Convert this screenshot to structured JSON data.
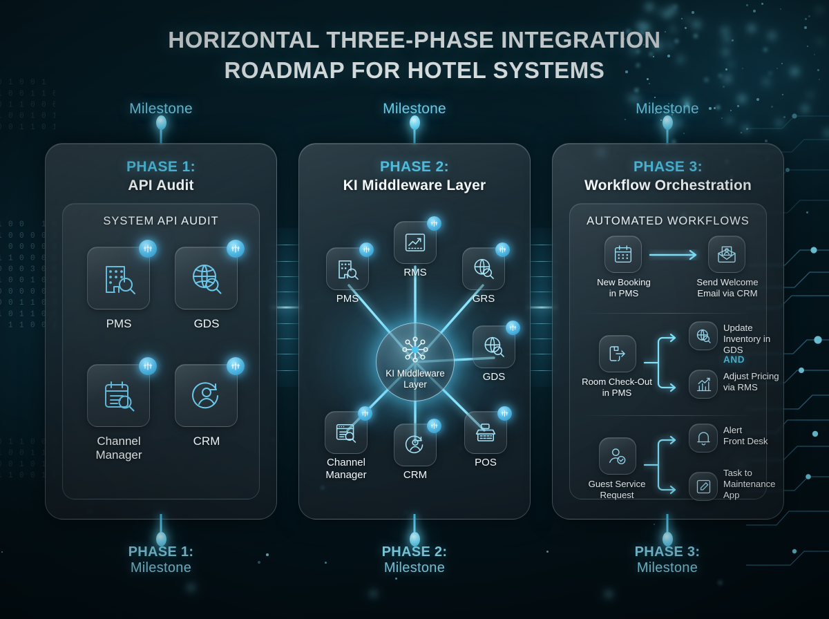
{
  "title": {
    "line1": "HORIZONTAL THREE-PHASE INTEGRATION",
    "line2": "ROADMAP FOR HOTEL SYSTEMS"
  },
  "colors": {
    "accent_cyan": "#4fbcdd",
    "glow_cyan": "#8fe6fc",
    "milestone_text": "#6fd4ef",
    "panel_text": "#f2f8fa",
    "background": "#04161d"
  },
  "milestones_top": [
    {
      "label": "Milestone"
    },
    {
      "label": "Milestone"
    },
    {
      "label": "Milestone"
    }
  ],
  "milestones_bottom": [
    {
      "line1": "PHASE 1:",
      "line2": "Milestone"
    },
    {
      "line1": "PHASE 2:",
      "line2": "Milestone"
    },
    {
      "line1": "PHASE 3:",
      "line2": "Milestone"
    }
  ],
  "phases": [
    {
      "number": "PHASE 1:",
      "name": "API Audit",
      "inner_title": "SYSTEM API AUDIT",
      "layout": "grid",
      "nodes": [
        {
          "label": "PMS",
          "icon": "building-search-icon",
          "badge": "api-connector-icon"
        },
        {
          "label": "GDS",
          "icon": "globe-search-icon",
          "badge": "api-connector-icon"
        },
        {
          "label": "Channel Manager",
          "icon": "calendar-list-search-icon",
          "badge": "api-connector-icon"
        },
        {
          "label": "CRM",
          "icon": "user-cycle-icon",
          "badge": "api-connector-icon"
        }
      ]
    },
    {
      "number": "PHASE 2:",
      "name": "KI Middleware Layer",
      "layout": "hub-spoke",
      "hub": {
        "line1": "KI Middleware",
        "line2": "Layer",
        "icon": "network-hub-icon"
      },
      "nodes": [
        {
          "label": "PMS",
          "icon": "building-search-icon",
          "badge": "api-connector-icon"
        },
        {
          "label": "RMS",
          "icon": "chart-trend-icon",
          "badge": "api-connector-icon"
        },
        {
          "label": "GRS",
          "icon": "globe-search-icon",
          "badge": "api-connector-icon"
        },
        {
          "label": "GDS",
          "icon": "globe-search-icon",
          "badge": "api-connector-icon"
        },
        {
          "label": "POS",
          "icon": "cash-register-icon",
          "badge": "api-connector-icon"
        },
        {
          "label": "CRM",
          "icon": "user-cycle-icon",
          "badge": "api-connector-icon"
        },
        {
          "label": "Channel Manager",
          "icon": "window-list-search-icon",
          "badge": "api-connector-icon"
        }
      ]
    },
    {
      "number": "PHASE 3:",
      "name": "Workflow Orchestration",
      "inner_title": "AUTOMATED WORKFLOWS",
      "layout": "workflows",
      "workflows": [
        {
          "type": "linear",
          "trigger": {
            "label_line1": "New Booking",
            "label_line2": "in PMS",
            "icon": "calendar-icon"
          },
          "actions": [
            {
              "label_line1": "Send Welcome",
              "label_line2": "Email via CRM",
              "icon": "envelope-user-icon"
            }
          ]
        },
        {
          "type": "branch",
          "connector_label": "AND",
          "trigger": {
            "label_line1": "Room Check-Out",
            "label_line2": "in PMS",
            "icon": "checkout-export-icon"
          },
          "actions": [
            {
              "label_line1": "Update",
              "label_line2": "Inventory in GDS",
              "icon": "globe-search-icon"
            },
            {
              "label_line1": "Adjust Pricing",
              "label_line2": "via RMS",
              "icon": "bar-chart-up-icon"
            }
          ]
        },
        {
          "type": "branch",
          "trigger": {
            "label_line1": "Guest Service",
            "label_line2": "Request",
            "icon": "user-check-icon"
          },
          "actions": [
            {
              "label_line1": "Alert",
              "label_line2": "Front Desk",
              "icon": "bell-icon"
            },
            {
              "label_line1": "Task to",
              "label_line2": "Maintenance",
              "label_line3": "App",
              "icon": "edit-square-icon"
            }
          ]
        }
      ]
    }
  ]
}
